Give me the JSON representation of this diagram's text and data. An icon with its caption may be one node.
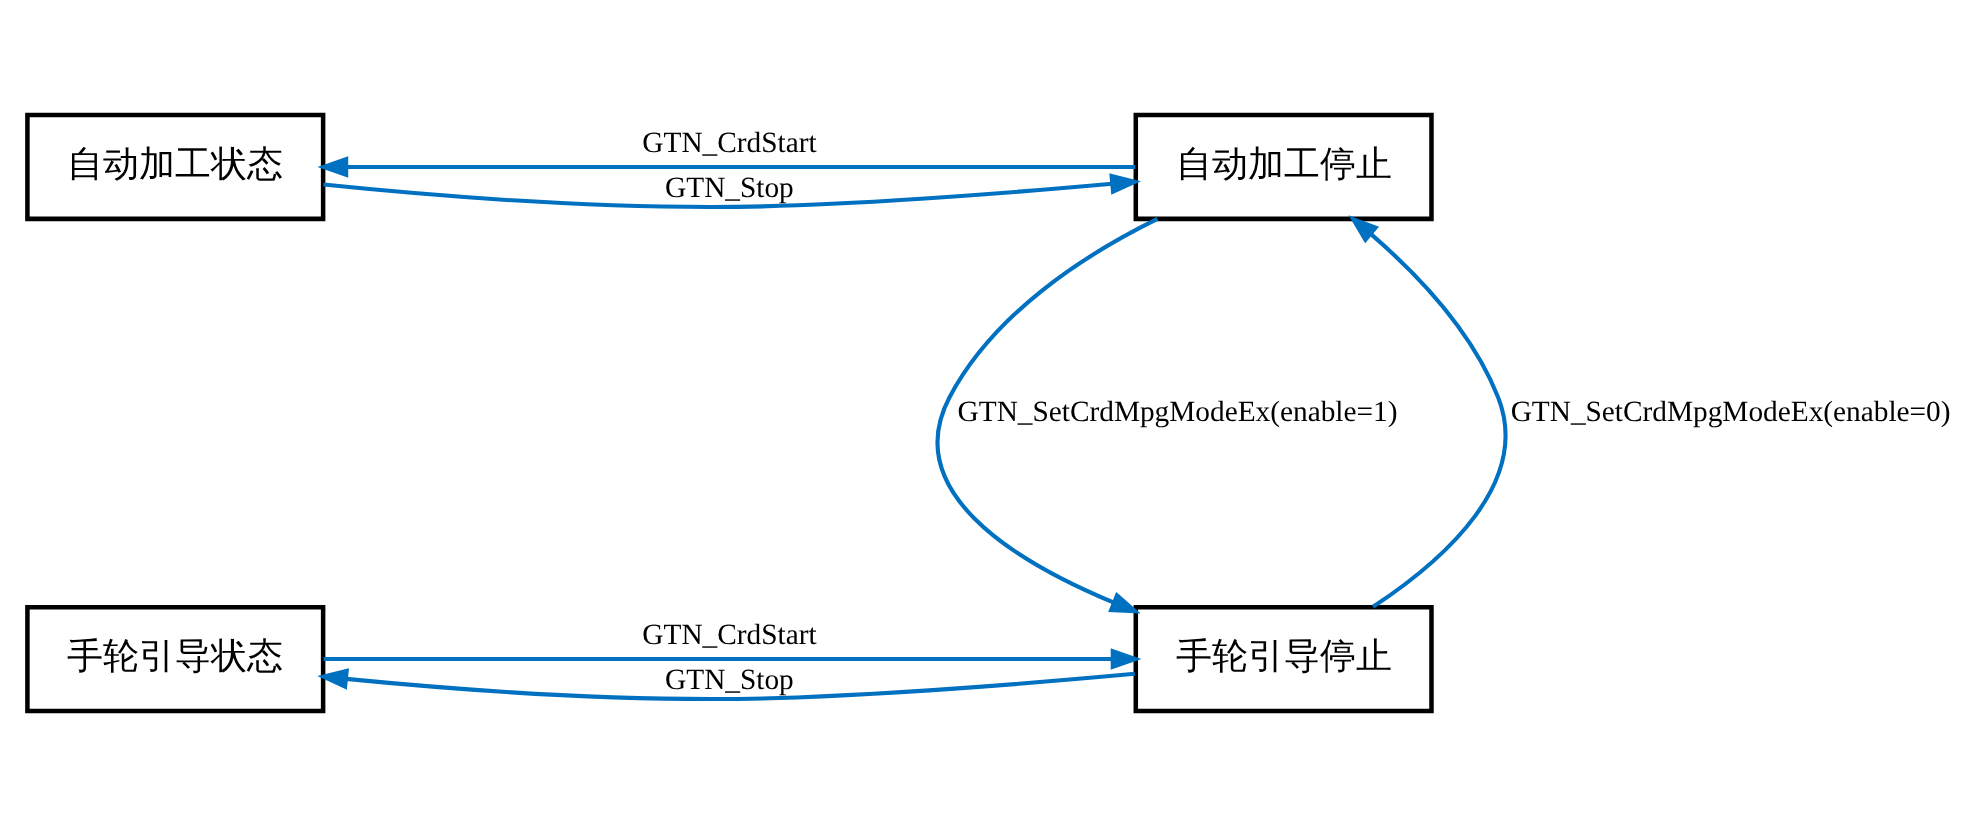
{
  "diagram": {
    "nodes": [
      {
        "text": [
          "自动加工状态"
        ]
      },
      {
        "text": [
          "自动加工停止"
        ]
      },
      {
        "text": [
          "手轮引导状态"
        ]
      },
      {
        "text": [
          "手轮引导停止"
        ]
      }
    ],
    "edges": [
      {
        "from": 1,
        "to": 0,
        "arrow": "to",
        "label": "GTN_CrdStart"
      },
      {
        "from": 0,
        "to": 1,
        "arrow": "to",
        "label": "GTN_Stop"
      },
      {
        "from": 1,
        "to": 3,
        "arrow": "to",
        "label": "GTN_SetCrdMpgModeEx(enable=1)"
      },
      {
        "from": 3,
        "to": 1,
        "arrow": "to",
        "label": "GTN_SetCrdMpgModeEx(enable=0)"
      },
      {
        "from": 2,
        "to": 3,
        "arrow": "to",
        "label": "GTN_CrdStart"
      },
      {
        "from": 3,
        "to": 2,
        "arrow": "to",
        "label": "GTN_Stop"
      }
    ]
  }
}
